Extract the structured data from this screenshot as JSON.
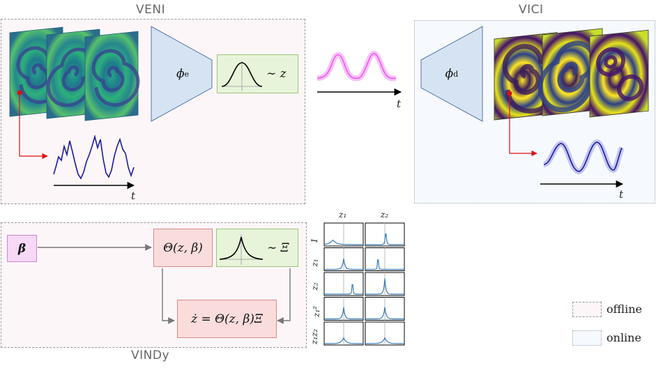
{
  "sections": {
    "veni": "VENI",
    "vici": "VICI",
    "vindy": "VINDy"
  },
  "encoder_label": "ϕ",
  "encoder_sub": "e",
  "decoder_label": "ϕ",
  "decoder_sub": "d",
  "latent_dist_label": "∼ z",
  "coef_dist_label": "∼ Ξ",
  "beta_label": "β",
  "library_label": "Θ(z, β)",
  "equation_label": "ż = Θ(z, β)Ξ",
  "time_label": "t",
  "matrix": {
    "col_headers": [
      "z₁",
      "z₂"
    ],
    "row_labels": [
      "1",
      "z₁",
      "z₂",
      "z₁²",
      "z₁z₂"
    ]
  },
  "legend": {
    "offline": "offline",
    "online": "online"
  },
  "colors": {
    "veni_bg": "#fdf6f8",
    "vici_bg": "#f6f9fd",
    "network": "#d6e3f3",
    "signal_blue": "#1a1aa0",
    "signal_magenta": "#ee55ee",
    "signal_recon": "#8a8fd8",
    "histogram": "#3b7bb5"
  }
}
